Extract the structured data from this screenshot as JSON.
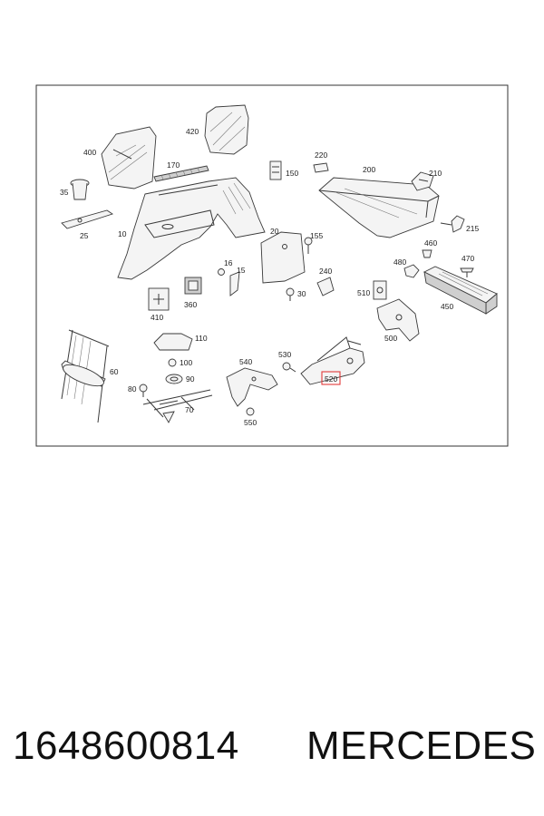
{
  "labels": {
    "l400": "400",
    "l420": "420",
    "l170": "170",
    "l35": "35",
    "l25": "25",
    "l10": "10",
    "l150": "150",
    "l220": "220",
    "l200": "200",
    "l210": "210",
    "l215": "215",
    "l20": "20",
    "l155": "155",
    "l460": "460",
    "l470": "470",
    "l480": "480",
    "l240": "240",
    "l16": "16",
    "l15": "15",
    "l30": "30",
    "l510": "510",
    "l450": "450",
    "l410": "410",
    "l360": "360",
    "l500": "500",
    "l110": "110",
    "l60": "60",
    "l530": "530",
    "l540": "540",
    "l520": "520",
    "l100": "100",
    "l80": "80",
    "l90": "90",
    "l70": "70",
    "l550": "550"
  },
  "highlight": {
    "label": "520",
    "color": "#e23a3a"
  },
  "footer": {
    "part_number": "1648600814",
    "brand": "MERCEDES"
  }
}
